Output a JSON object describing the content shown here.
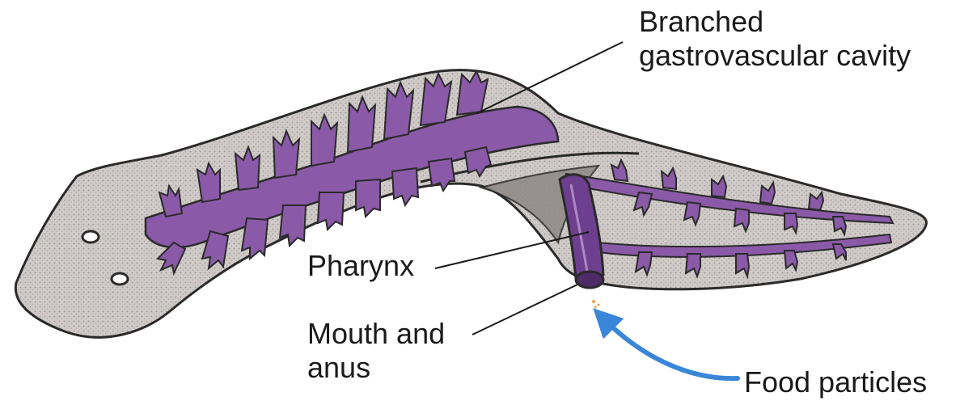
{
  "labels": {
    "gastrovascular_cavity": {
      "line1": "Branched",
      "line2": "gastrovascular cavity"
    },
    "pharynx": "Pharynx",
    "mouth_anus": {
      "line1": "Mouth and",
      "line2": "anus"
    },
    "food_particles": "Food particles"
  },
  "colors": {
    "body_fill": "#cfcac8",
    "body_outline": "#2a2a2a",
    "cavity_fill": "#8a5aa8",
    "pharynx_fill": "#6e3f8e",
    "arrow": "#3a86d8",
    "label_text": "#1a1a1a"
  }
}
